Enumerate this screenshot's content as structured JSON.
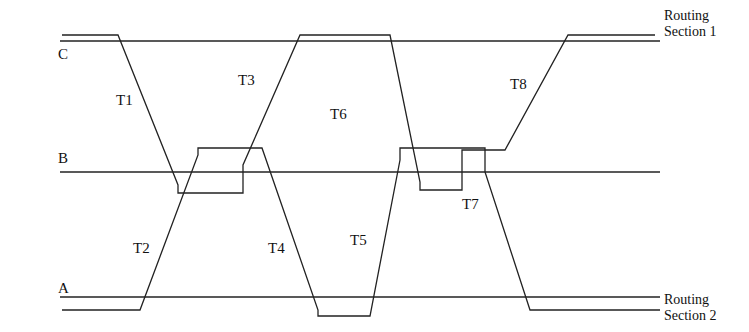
{
  "diagram": {
    "labels": [
      "C",
      "B",
      "A",
      "T1",
      "T2",
      "T3",
      "T4",
      "T5",
      "T6",
      "T7",
      "T8",
      "Routing Section 1",
      "Routing Section 2"
    ]
  }
}
